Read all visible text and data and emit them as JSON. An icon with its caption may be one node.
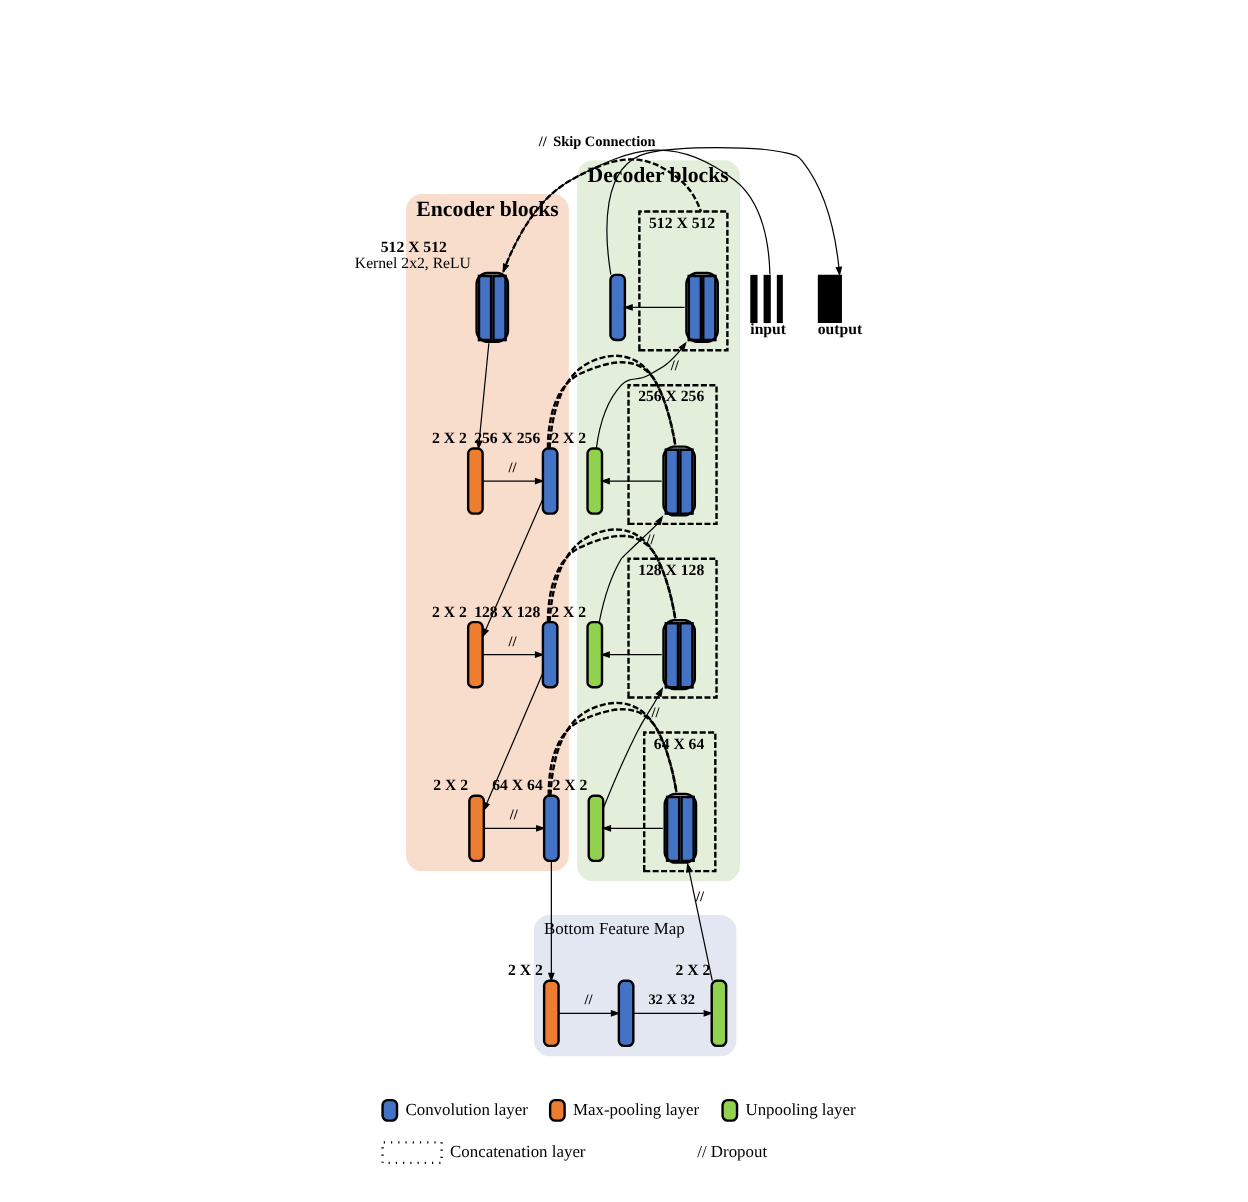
{
  "diagram": {
    "nodes": [
      {
        "text": [
          "Encoder blocks"
        ]
      },
      {
        "text": [
          "Decoder blocks"
        ]
      },
      {
        "text": [
          "Bottom Feature Map"
        ]
      },
      {
        "text": [
          "input"
        ]
      },
      {
        "text": [],
        "shape": "box",
        "in": 0,
        "beside": [
          "512 X 512",
          "Kernel 2x2, ReLU"
        ]
      },
      {
        "text": [],
        "shape": "box",
        "in": 0,
        "beside": [
          "2 X 2"
        ]
      },
      {
        "text": [],
        "shape": "box",
        "in": 0,
        "beside": [
          "256 X 256"
        ]
      },
      {
        "text": [],
        "shape": "box",
        "in": 0,
        "beside": [
          "2 X 2"
        ]
      },
      {
        "text": [],
        "shape": "box",
        "in": 0,
        "beside": [
          "128 X 128"
        ]
      },
      {
        "text": [],
        "shape": "box",
        "in": 0,
        "beside": [
          "2 X 2"
        ]
      },
      {
        "text": [],
        "shape": "box",
        "in": 0,
        "beside": [
          "64 X 64"
        ]
      },
      {
        "text": [],
        "shape": "box",
        "in": 2,
        "beside": [
          "2 X 2"
        ]
      },
      {
        "text": [],
        "shape": "box",
        "in": 2
      },
      {
        "text": [],
        "shape": "box",
        "in": 2,
        "beside": [
          "2 X 2"
        ]
      },
      {
        "text": [],
        "shape": "box",
        "in": 1,
        "beside": [
          "64 X 64"
        ]
      },
      {
        "text": [],
        "shape": "box",
        "in": 14
      },
      {
        "text": [],
        "shape": "box",
        "in": 1,
        "beside": [
          "2 X 2"
        ]
      },
      {
        "text": [],
        "shape": "box",
        "in": 1,
        "beside": [
          "128 X 128"
        ]
      },
      {
        "text": [],
        "shape": "box",
        "in": 17
      },
      {
        "text": [],
        "shape": "box",
        "in": 1,
        "beside": [
          "2 X 2"
        ]
      },
      {
        "text": [],
        "shape": "box",
        "in": 1,
        "beside": [
          "256 X 256"
        ]
      },
      {
        "text": [],
        "shape": "box",
        "in": 20
      },
      {
        "text": [],
        "shape": "box",
        "in": 1,
        "beside": [
          "2 X 2"
        ]
      },
      {
        "text": [],
        "shape": "box",
        "in": 1,
        "beside": [
          "512 X 512"
        ]
      },
      {
        "text": [],
        "shape": "box",
        "in": 23
      },
      {
        "text": [],
        "shape": "box",
        "in": 1
      },
      {
        "text": [
          "output"
        ]
      }
    ],
    "edges": [
      {
        "from": 3,
        "to": 4,
        "arrow": "to",
        "label": "//"
      },
      {
        "from": 4,
        "to": 5,
        "arrow": "to"
      },
      {
        "from": 5,
        "to": 6,
        "arrow": "to",
        "label": "//"
      },
      {
        "from": 6,
        "to": 7,
        "arrow": "to"
      },
      {
        "from": 7,
        "to": 8,
        "arrow": "to",
        "label": "//"
      },
      {
        "from": 8,
        "to": 9,
        "arrow": "to"
      },
      {
        "from": 9,
        "to": 10,
        "arrow": "to",
        "label": "//"
      },
      {
        "from": 10,
        "to": 11,
        "arrow": "to"
      },
      {
        "from": 11,
        "to": 12,
        "arrow": "to",
        "label": "//"
      },
      {
        "from": 12,
        "to": 13,
        "arrow": "to",
        "label": "32 X 32"
      },
      {
        "from": 13,
        "to": 15,
        "arrow": "to",
        "label": "//"
      },
      {
        "from": 10,
        "to": 14,
        "arrow": "none",
        "style": "dashed"
      },
      {
        "from": 15,
        "to": 16,
        "arrow": "to"
      },
      {
        "from": 16,
        "to": 18,
        "arrow": "to",
        "label": "//"
      },
      {
        "from": 8,
        "to": 17,
        "arrow": "none",
        "style": "dashed"
      },
      {
        "from": 18,
        "to": 19,
        "arrow": "to"
      },
      {
        "from": 19,
        "to": 21,
        "arrow": "to",
        "label": "//"
      },
      {
        "from": 6,
        "to": 20,
        "arrow": "none",
        "style": "dashed"
      },
      {
        "from": 21,
        "to": 22,
        "arrow": "to"
      },
      {
        "from": 22,
        "to": 24,
        "arrow": "to",
        "label": "//"
      },
      {
        "from": 4,
        "to": 23,
        "arrow": "none",
        "style": "dashed",
        "label": "Skip Connection"
      },
      {
        "from": 24,
        "to": 25,
        "arrow": "to"
      },
      {
        "from": 25,
        "to": 26,
        "arrow": "to"
      }
    ],
    "legend": [
      {
        "text": "Convolution layer",
        "color": "#4472c4"
      },
      {
        "text": "Max-pooling layer",
        "color": "#ed7d31"
      },
      {
        "text": "Unpooling layer",
        "color": "#92d050"
      },
      {
        "text": "Concatenation layer"
      },
      {
        "text": "// Dropout"
      }
    ]
  }
}
